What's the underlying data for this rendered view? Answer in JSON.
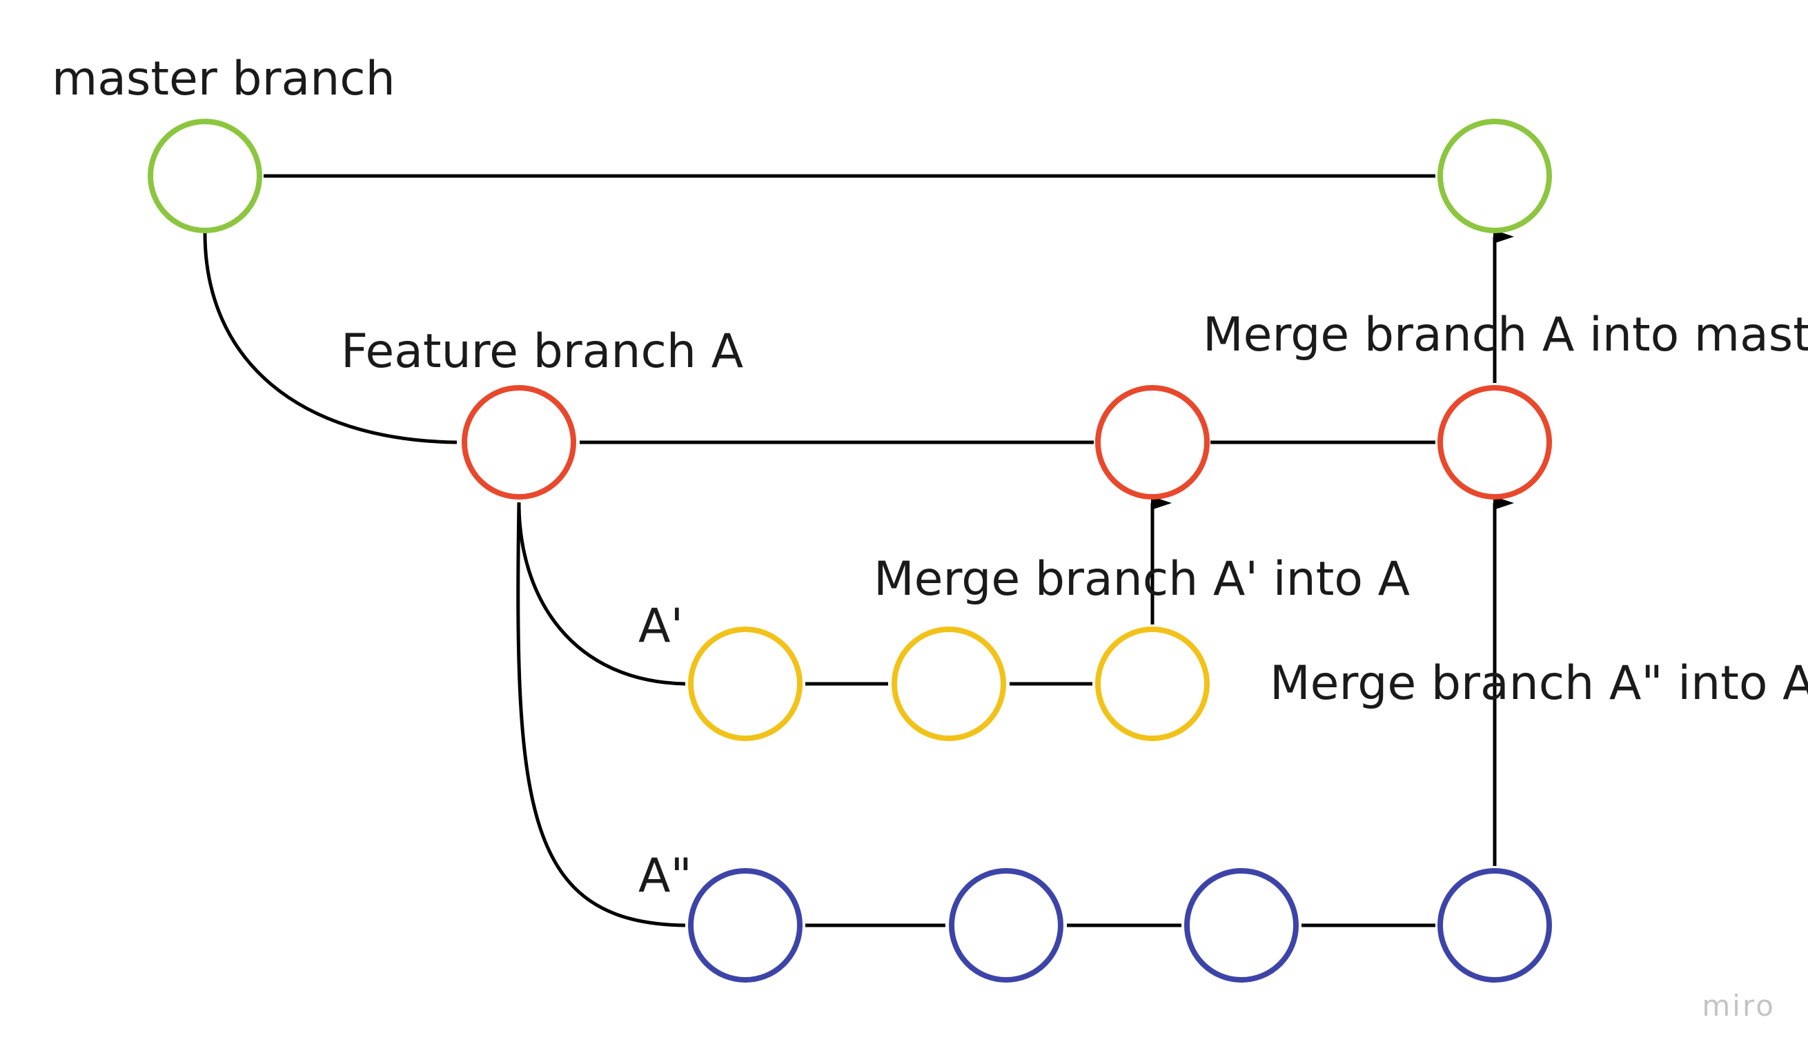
{
  "labels": {
    "master": "master branch",
    "feature_a": "Feature branch A",
    "a_prime": "A'",
    "a_double_prime": "A\"",
    "merge_a_into_master": "Merge branch A into master",
    "merge_a_prime_into_a": "Merge branch A' into A",
    "merge_a_double_prime_into_a": "Merge branch A\" into A"
  },
  "watermark": "miro",
  "colors": {
    "master": "#8cc63f",
    "feature_a": "#e8482c",
    "a_prime": "#f2c218",
    "a_double_prime": "#3d44a8",
    "line": "#000000"
  }
}
